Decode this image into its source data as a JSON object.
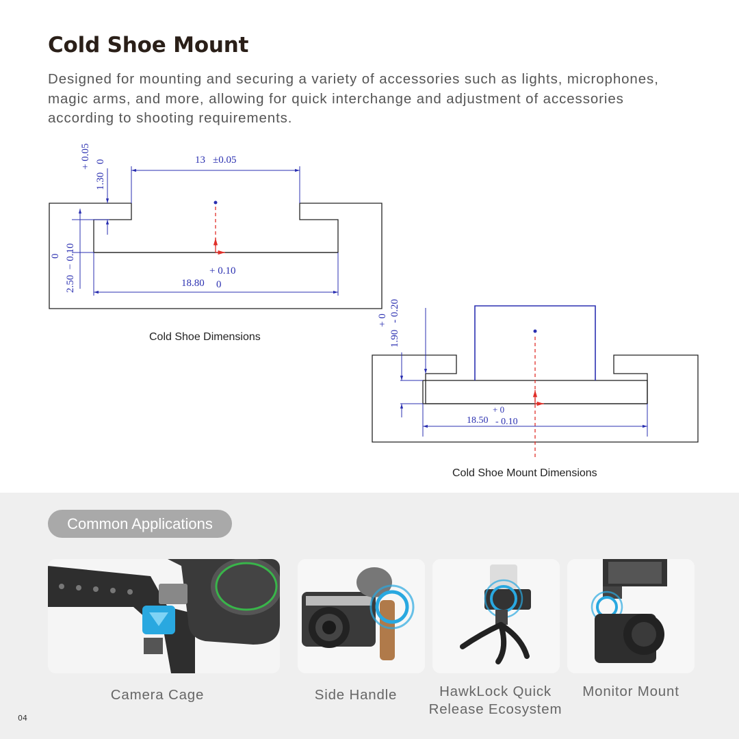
{
  "header": {
    "title": "Cold Shoe Mount",
    "description_lines": [
      "Designed for mounting and securing a variety of accessories such as lights, microphones,",
      "magic arms, and more, allowing for quick interchange and adjustment of accessories",
      "according to shooting requirements."
    ]
  },
  "diagram_shoe": {
    "caption": "Cold Shoe Dimensions",
    "dim_width": "13",
    "dim_width_tol": "±0.05",
    "dim_height": "1.30",
    "dim_height_tol_upper": "+ 0.05",
    "dim_height_tol_lower": "0",
    "dim_depth": "2.50",
    "dim_depth_tol_upper": "0",
    "dim_depth_tol_lower": "− 0.10",
    "dim_inner": "18.80",
    "dim_inner_tol_upper": "+ 0.10",
    "dim_inner_tol_lower": "0"
  },
  "diagram_mount": {
    "caption": "Cold Shoe Mount Dimensions",
    "dim_height": "1.90",
    "dim_height_tol_upper": "+ 0",
    "dim_height_tol_lower": "- 0.20",
    "dim_width": "18.50",
    "dim_width_tol_upper": "+ 0",
    "dim_width_tol_lower": "- 0.10"
  },
  "colors": {
    "dimension": "#2a2fb0",
    "centerline": "#e0302a",
    "outline": "#222222"
  },
  "applications": {
    "heading": "Common Applications",
    "items": [
      {
        "label_lines": [
          "Camera Cage"
        ],
        "icon": "camera-cage-image"
      },
      {
        "label_lines": [
          "Side Handle"
        ],
        "icon": "side-handle-image"
      },
      {
        "label_lines": [
          "HawkLock Quick",
          "Release Ecosystem"
        ],
        "icon": "hawklock-image"
      },
      {
        "label_lines": [
          "Monitor Mount"
        ],
        "icon": "monitor-mount-image"
      }
    ]
  },
  "footer": {
    "page_number": "04"
  }
}
